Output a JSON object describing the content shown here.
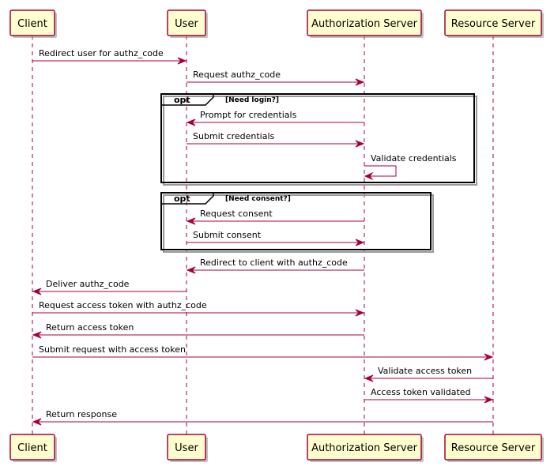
{
  "colors": {
    "participant_fill": "#FEFECE",
    "participant_border": "#A80036",
    "message": "#A80036",
    "text": "#000000"
  },
  "participants": [
    {
      "id": "client",
      "label": "Client"
    },
    {
      "id": "user",
      "label": "User"
    },
    {
      "id": "auth",
      "label": "Authorization Server"
    },
    {
      "id": "resource",
      "label": "Resource Server"
    }
  ],
  "fragments": [
    {
      "keyword": "opt",
      "guard": "[Need login?]"
    },
    {
      "keyword": "opt",
      "guard": "[Need consent?]"
    }
  ],
  "messages": [
    {
      "from": "client",
      "to": "user",
      "label": "Redirect user for authz_code"
    },
    {
      "from": "user",
      "to": "auth",
      "label": "Request authz_code"
    },
    {
      "from": "auth",
      "to": "user",
      "label": "Prompt for credentials"
    },
    {
      "from": "user",
      "to": "auth",
      "label": "Submit credentials"
    },
    {
      "from": "auth",
      "to": "auth",
      "label": "Validate credentials"
    },
    {
      "from": "auth",
      "to": "user",
      "label": "Request consent"
    },
    {
      "from": "user",
      "to": "auth",
      "label": "Submit consent"
    },
    {
      "from": "auth",
      "to": "user",
      "label": "Redirect to client with authz_code"
    },
    {
      "from": "user",
      "to": "client",
      "label": "Deliver authz_code"
    },
    {
      "from": "client",
      "to": "auth",
      "label": "Request access token with authz_code"
    },
    {
      "from": "auth",
      "to": "client",
      "label": "Return access token"
    },
    {
      "from": "client",
      "to": "resource",
      "label": "Submit request with access token"
    },
    {
      "from": "resource",
      "to": "auth",
      "label": "Validate access token"
    },
    {
      "from": "auth",
      "to": "resource",
      "label": "Access token validated"
    },
    {
      "from": "resource",
      "to": "client",
      "label": "Return response"
    }
  ]
}
